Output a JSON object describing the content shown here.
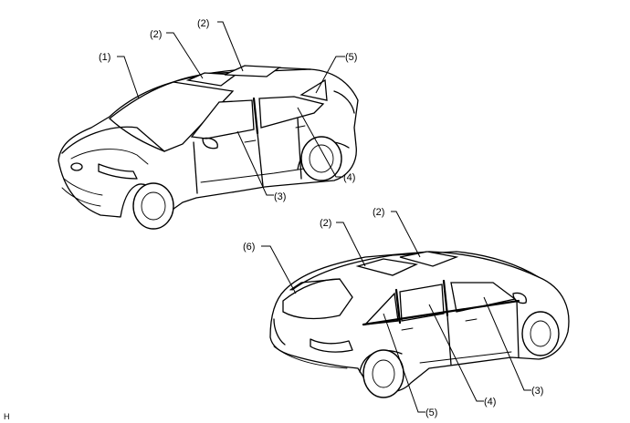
{
  "labels": {
    "windshield": "(1)",
    "sunroof": "(2)",
    "front_door_glass": "(3)",
    "rear_door_glass": "(4)",
    "quarter_window": "(5)",
    "back_door_glass": "(6)"
  },
  "corner_code": "H"
}
